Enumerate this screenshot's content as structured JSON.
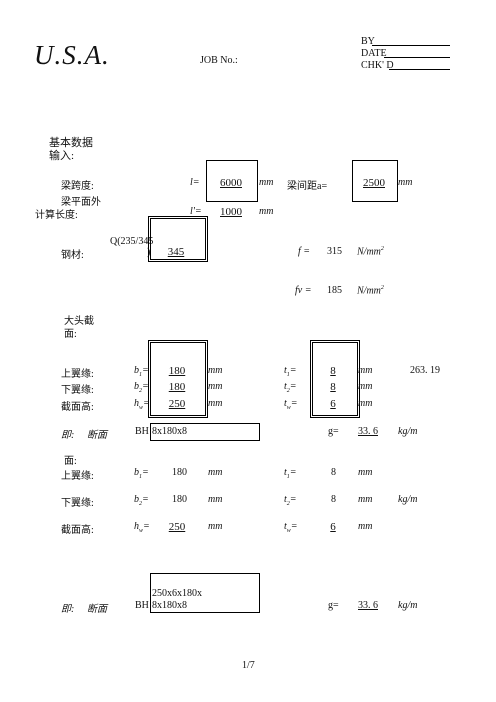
{
  "header": {
    "logo": "U.S.A.",
    "job_label": "JOB No.:",
    "by_label": "BY",
    "date_label": "DATE",
    "chkd_label": "CHK' D"
  },
  "section_title": {
    "line1": "基本数据",
    "line2": "输入:"
  },
  "span": {
    "label": "梁跨度:",
    "symbol": "l=",
    "value": "6000",
    "unit": "mm",
    "spacing_label": "梁间距a=",
    "spacing_value": "2500",
    "spacing_unit": "mm"
  },
  "oop_length": {
    "label1": "梁平面外",
    "label2": "计算长度:",
    "symbol": "l'=",
    "value": "1000",
    "unit": "mm"
  },
  "steel": {
    "label": "钢材:",
    "grade_line1": "Q(235/345",
    "grade_line2": ")",
    "grade_value": "345",
    "f_symbol": "f =",
    "f_value": "315",
    "f_unit": "N/mm",
    "f_exp": "2",
    "fv_symbol": "fv =",
    "fv_value": "185",
    "fv_unit": "N/mm",
    "fv_exp": "2"
  },
  "big_end": {
    "title1": "大头截",
    "title2": "面:",
    "top_flange": {
      "label": "上翼缘:",
      "b_sym": "b",
      "b_sub": "1",
      "b_value": "180",
      "b_unit": "mm",
      "t_sym": "t",
      "t_sub": "1",
      "t_value": "8",
      "t_unit": "mm",
      "extra": "263. 19"
    },
    "bottom_flange": {
      "label": "下翼缘:",
      "b_sym": "b",
      "b_sub": "2",
      "b_value": "180",
      "b_unit": "mm",
      "t_sym": "t",
      "t_sub": "2",
      "t_value": "8",
      "t_unit": "mm"
    },
    "web": {
      "label": "截面高:",
      "h_sym": "h",
      "h_sub": "w",
      "h_value": "250",
      "h_unit": "mm",
      "t_sym": "t",
      "t_sub": "w",
      "t_value": "6",
      "t_unit": "mm"
    },
    "section": {
      "prefix": "即:",
      "word": "断面",
      "bh": "BH",
      "value": "8x180x8",
      "g_label": "g=",
      "g_value": "33. 6",
      "g_unit": "kg/m"
    }
  },
  "small_end": {
    "title2": "面:",
    "top_flange": {
      "label": "上翼缘:",
      "b_sym": "b",
      "b_sub": "1",
      "b_value": "180",
      "b_unit": "mm",
      "t_sym": "t",
      "t_sub": "1",
      "t_value": "8",
      "t_unit": "mm"
    },
    "bottom_flange": {
      "label": "下翼缘:",
      "b_sym": "b",
      "b_sub": "2",
      "b_value": "180",
      "b_unit": "mm",
      "t_sym": "t",
      "t_sub": "2",
      "t_value": "8",
      "t_unit": "mm",
      "g_unit": "kg/m"
    },
    "web": {
      "label": "截面高:",
      "h_sym": "h",
      "h_sub": "w",
      "h_value": "250",
      "h_unit": "mm",
      "t_sym": "t",
      "t_sub": "w",
      "t_value": "6",
      "t_unit": "mm"
    },
    "section": {
      "prefix": "即:",
      "word": "断面",
      "bh": "BH",
      "value_line1": "250x6x180x",
      "value_line2": "8x180x8",
      "g_label": "g=",
      "g_value": "33. 6",
      "g_unit": "kg/m"
    }
  },
  "footer": {
    "page": "1/7"
  }
}
